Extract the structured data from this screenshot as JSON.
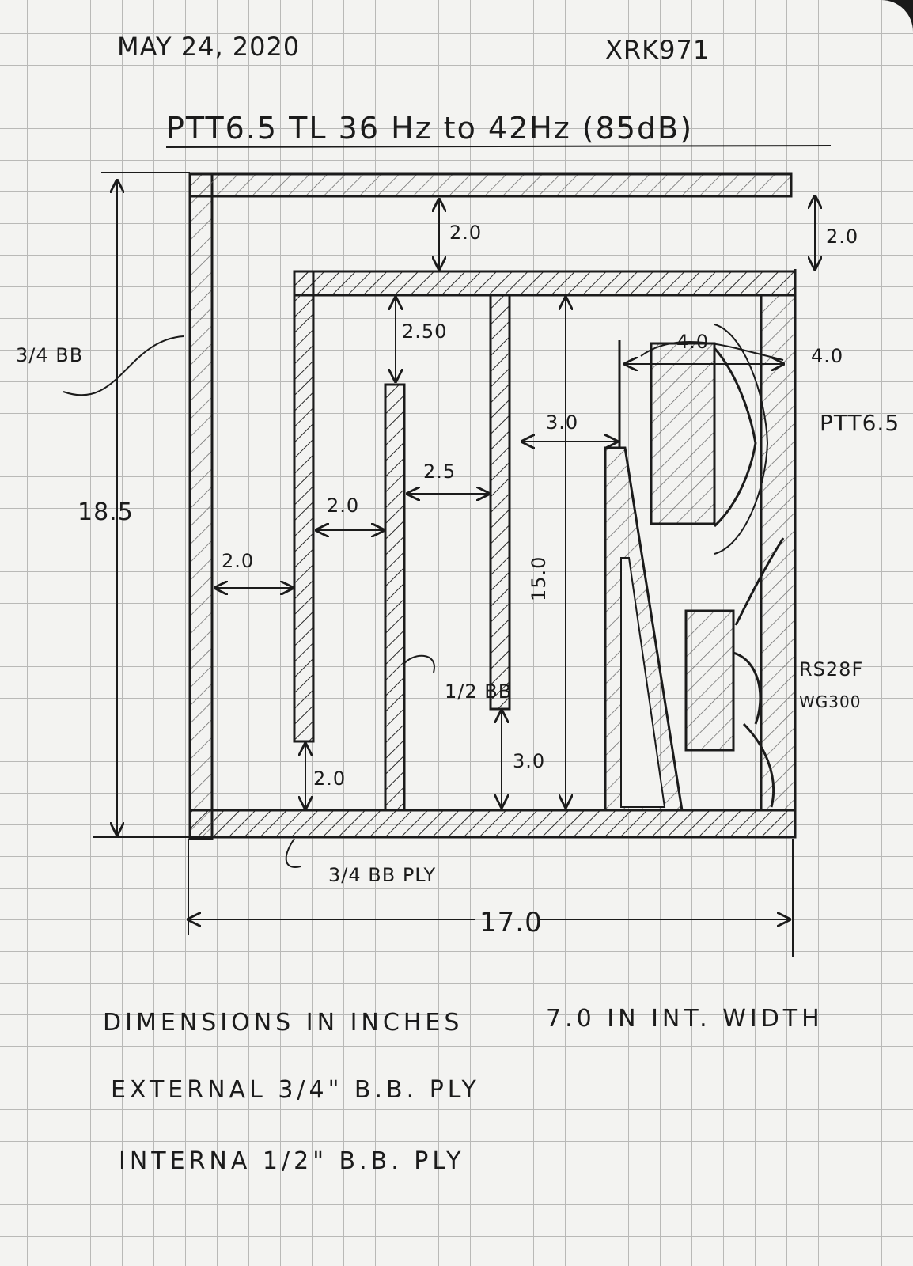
{
  "header": {
    "date": "MAY 24, 2020",
    "author": "XRK971",
    "title": "PTT6.5 TL  36 Hz to 42Hz (85dB)"
  },
  "dimensions": {
    "overall_height": "18.5",
    "overall_width": "17.0",
    "top_gap": "2.0",
    "right_top_gap": "2.0",
    "first_channel": "2.0",
    "second_channel": "2.0",
    "divider_top_gap": "2.50",
    "third_channel": "2.5",
    "driver_gap": "3.0",
    "baffle_depth": "4.0",
    "baffle_depth_outer": "4.0",
    "divider_length": "15.0",
    "bottom_gap": "2.0",
    "short_divider_gap": "3.0"
  },
  "labels": {
    "outer_material": "3/4 BB",
    "inner_material": "1/2 BB",
    "bottom_material": "3/4 BB PLY",
    "woofer": "PTT6.5",
    "tweeter": "RS28F",
    "tweeter_alt": "WG300"
  },
  "notes": [
    "DIMENSIONS IN INCHES",
    "7.0 IN INT. WIDTH",
    "EXTERNAL 3/4\" B.B. PLY",
    "INTERNA 1/2\" B.B. PLY"
  ],
  "colors": {
    "paper": "#f3f3f1",
    "grid": "#b9b9b7",
    "ink": "#1b1b1b"
  }
}
